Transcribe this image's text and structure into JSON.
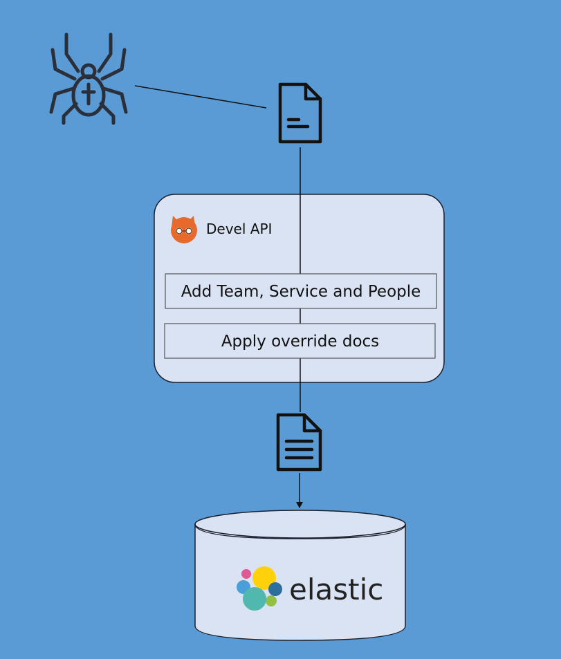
{
  "api_box": {
    "title": "Devel API",
    "steps": [
      "Add Team, Service and People",
      "Apply override docs"
    ]
  },
  "database": {
    "logo_text": "elastic"
  },
  "icons": {
    "crawler": "spider-icon",
    "input_doc": "document-icon",
    "output_doc": "document-lines-icon",
    "api_logo": "owl-glasses-icon",
    "elastic_logo": "elastic-logo-icon"
  },
  "colors": {
    "background": "#5b9bd5",
    "box_fill": "#dae3f3",
    "stroke": "#1b1f2a",
    "api_logo_orange": "#e8692c"
  }
}
